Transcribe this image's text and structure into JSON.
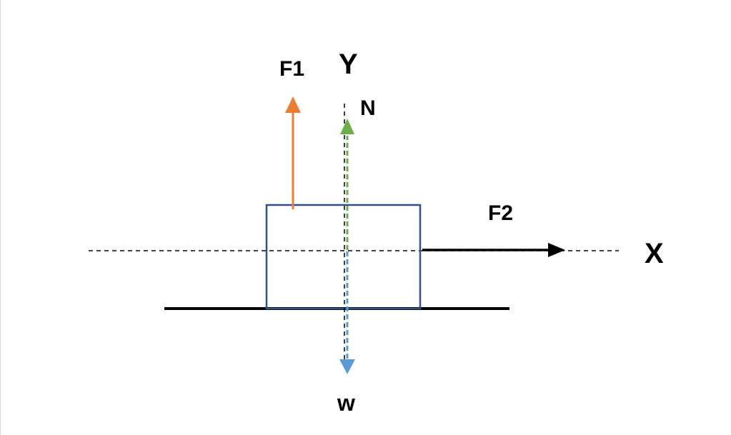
{
  "labels": {
    "y_axis": "Y",
    "x_axis": "X",
    "f1": "F1",
    "f2": "F2",
    "normal": "N",
    "weight": "w"
  },
  "colors": {
    "f1_arrow": "#ed7d31",
    "normal_arrow": "#70ad47",
    "weight_arrow": "#5b9bd5",
    "f2_arrow": "#000000",
    "block_outline": "#2f4f8f",
    "axes": "#000000",
    "ground": "#000000"
  }
}
